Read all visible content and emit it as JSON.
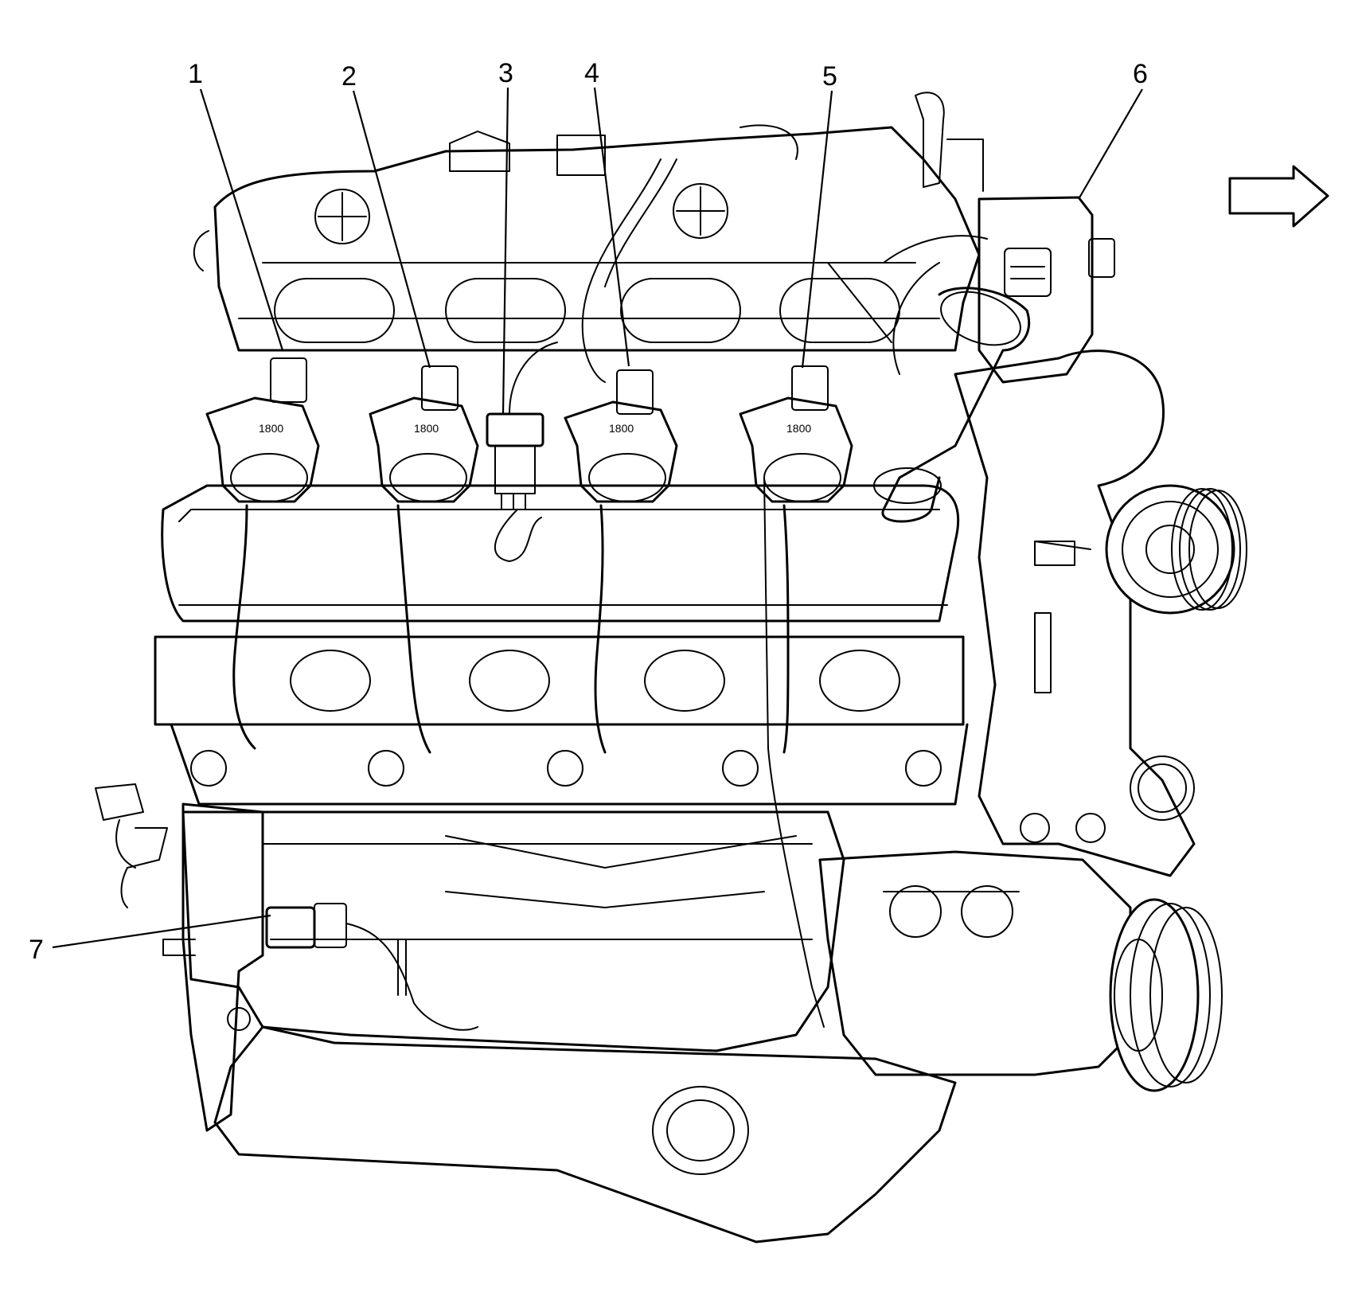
{
  "figure": {
    "callouts": [
      {
        "id": "1",
        "label": "1"
      },
      {
        "id": "2",
        "label": "2"
      },
      {
        "id": "3",
        "label": "3"
      },
      {
        "id": "4",
        "label": "4"
      },
      {
        "id": "5",
        "label": "5"
      },
      {
        "id": "6",
        "label": "6"
      },
      {
        "id": "7",
        "label": "7"
      }
    ],
    "direction_arrow": "right-arrow-icon",
    "coil_stamp": "1800"
  }
}
